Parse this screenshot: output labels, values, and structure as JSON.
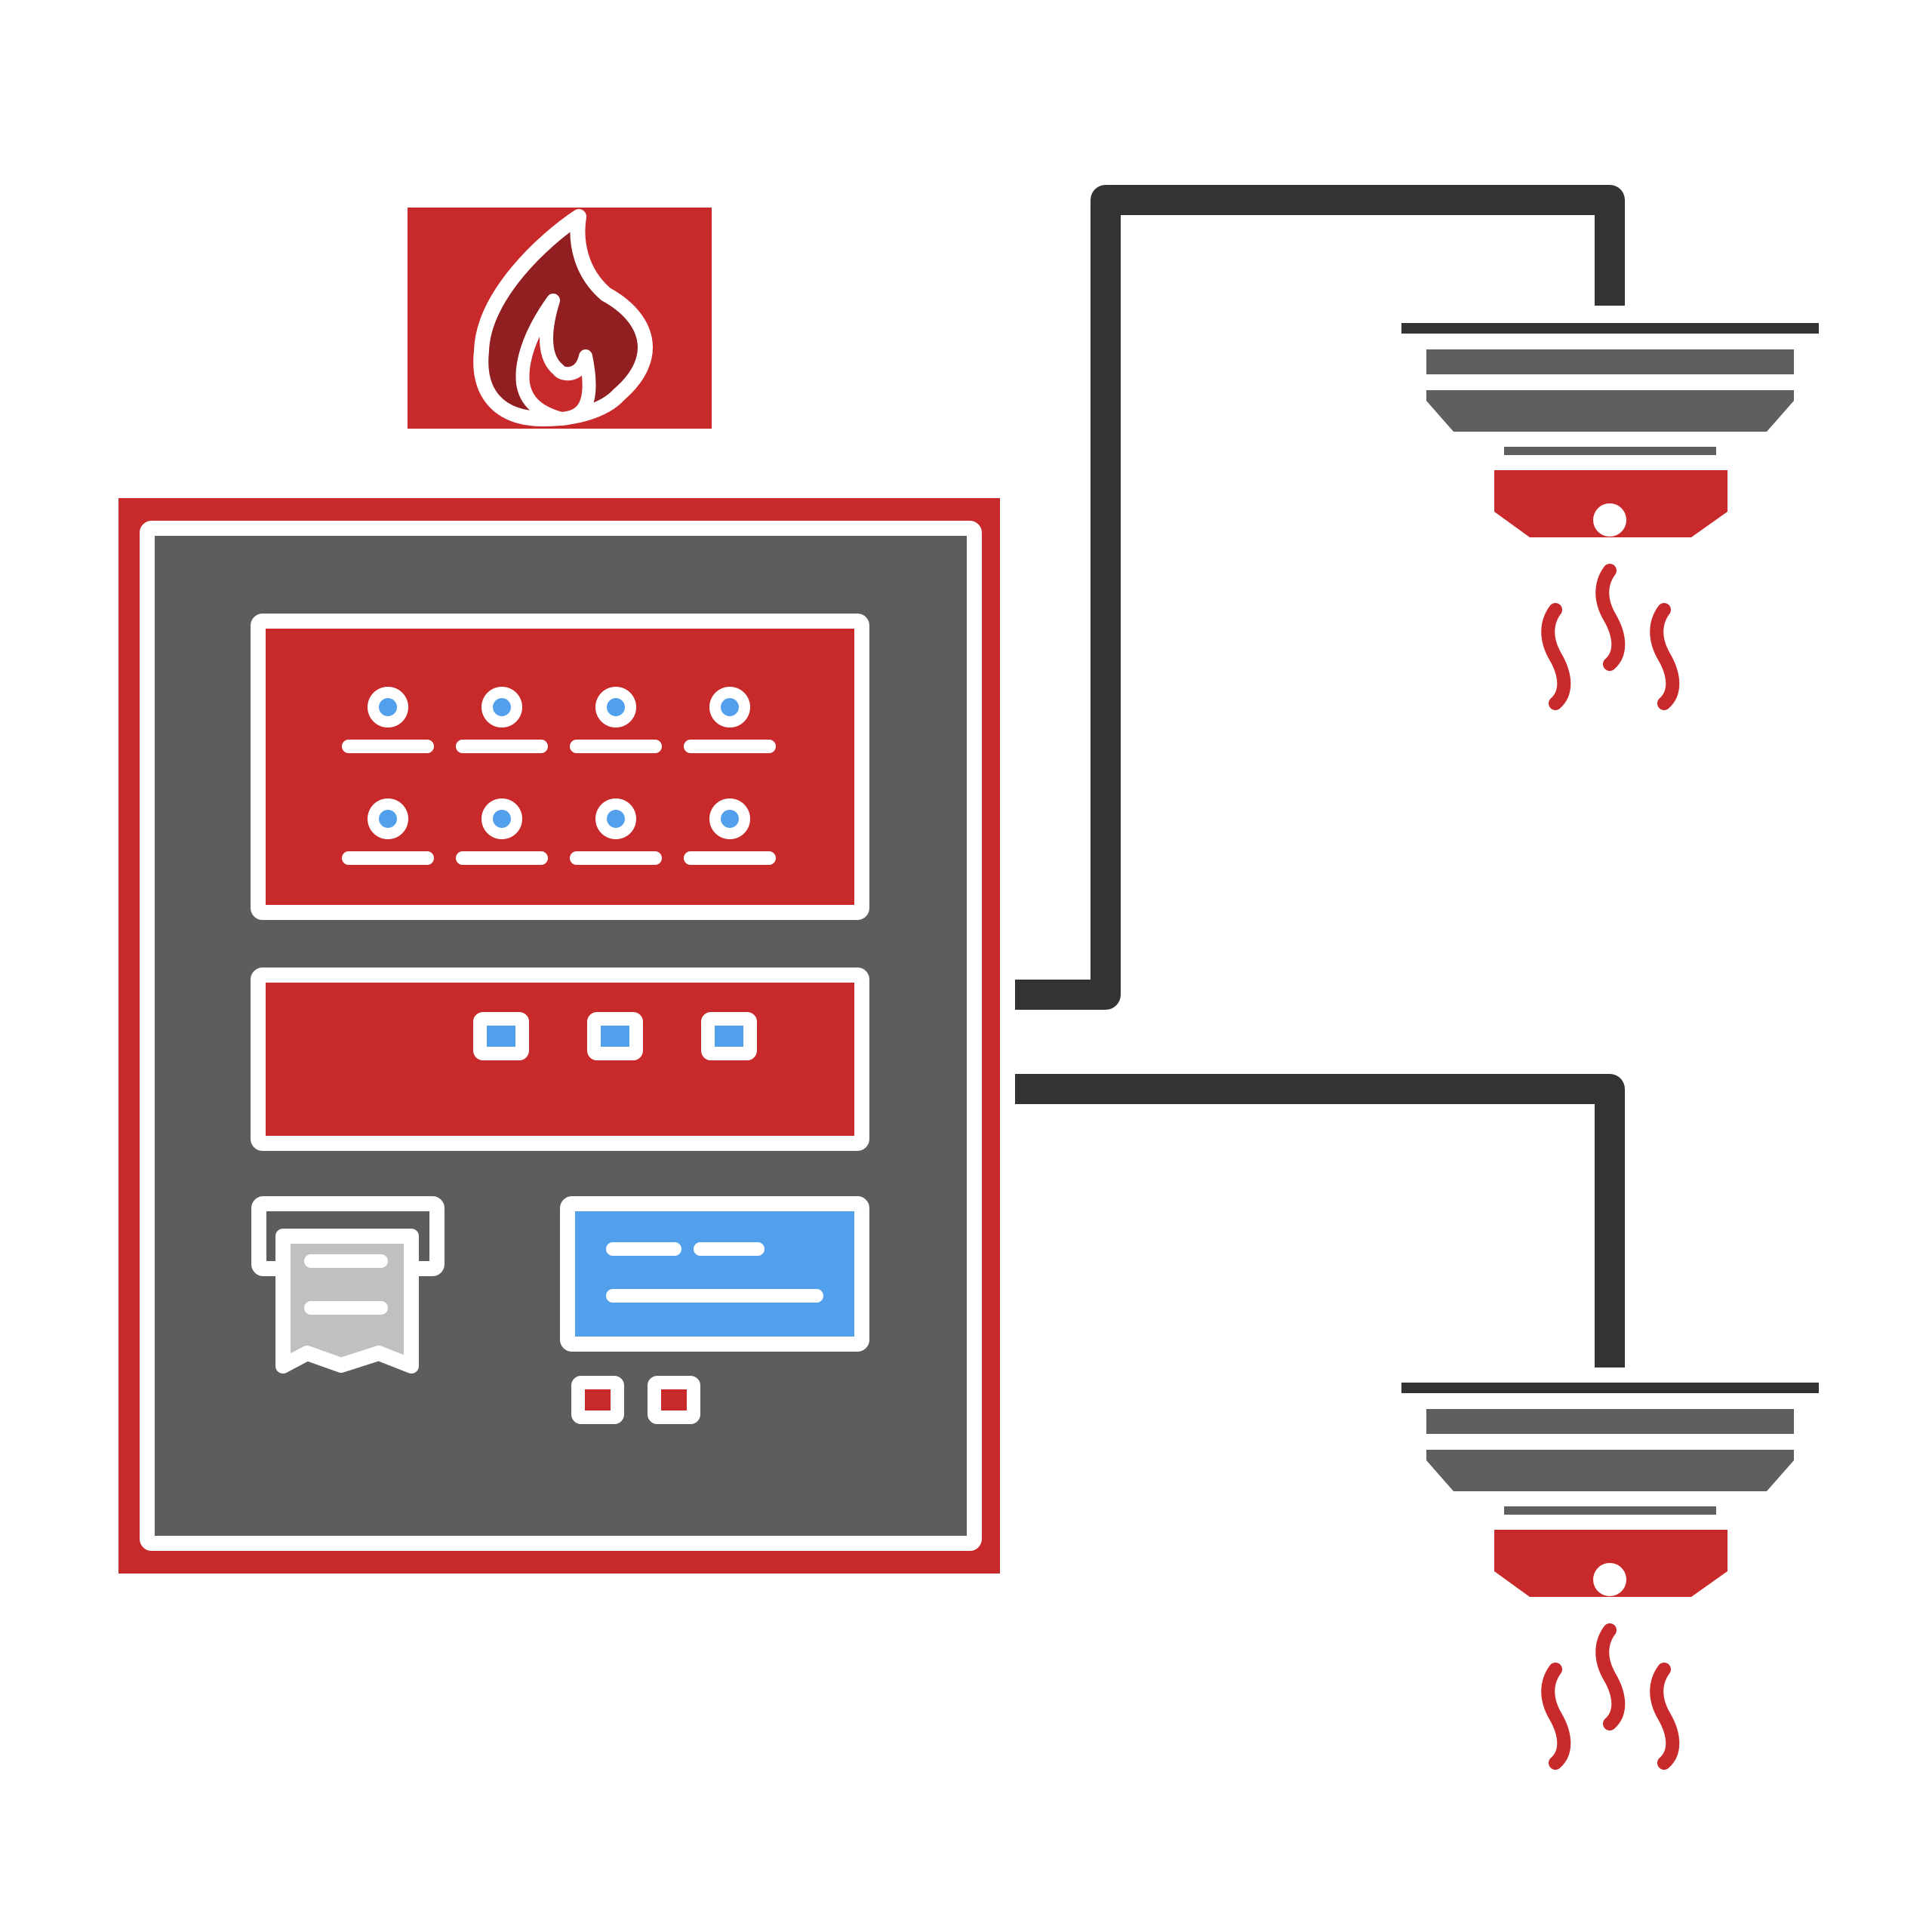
{
  "illustration": "fire-alarm-system",
  "colors": {
    "red": "#C8292A",
    "dark_red": "#911E21",
    "panel_gray": "#5D5D5D",
    "wire": "#333333",
    "detector_gray": "#5F5F5F",
    "blue": "#529FEC",
    "paper": "#C0C0C0",
    "white": "#FFFFFF"
  },
  "icons": {
    "sign": "flame-icon",
    "indicators": "indicator-led-icon",
    "buttons": "square-button-icon",
    "printer": "receipt-printer-icon",
    "detector": "smoke-detector-icon",
    "smoke": "smoke-wave-icon"
  },
  "panel": {
    "indicator_count": 8,
    "button_count": 3,
    "small_button_count": 2
  },
  "detectors": {
    "count": 2
  }
}
